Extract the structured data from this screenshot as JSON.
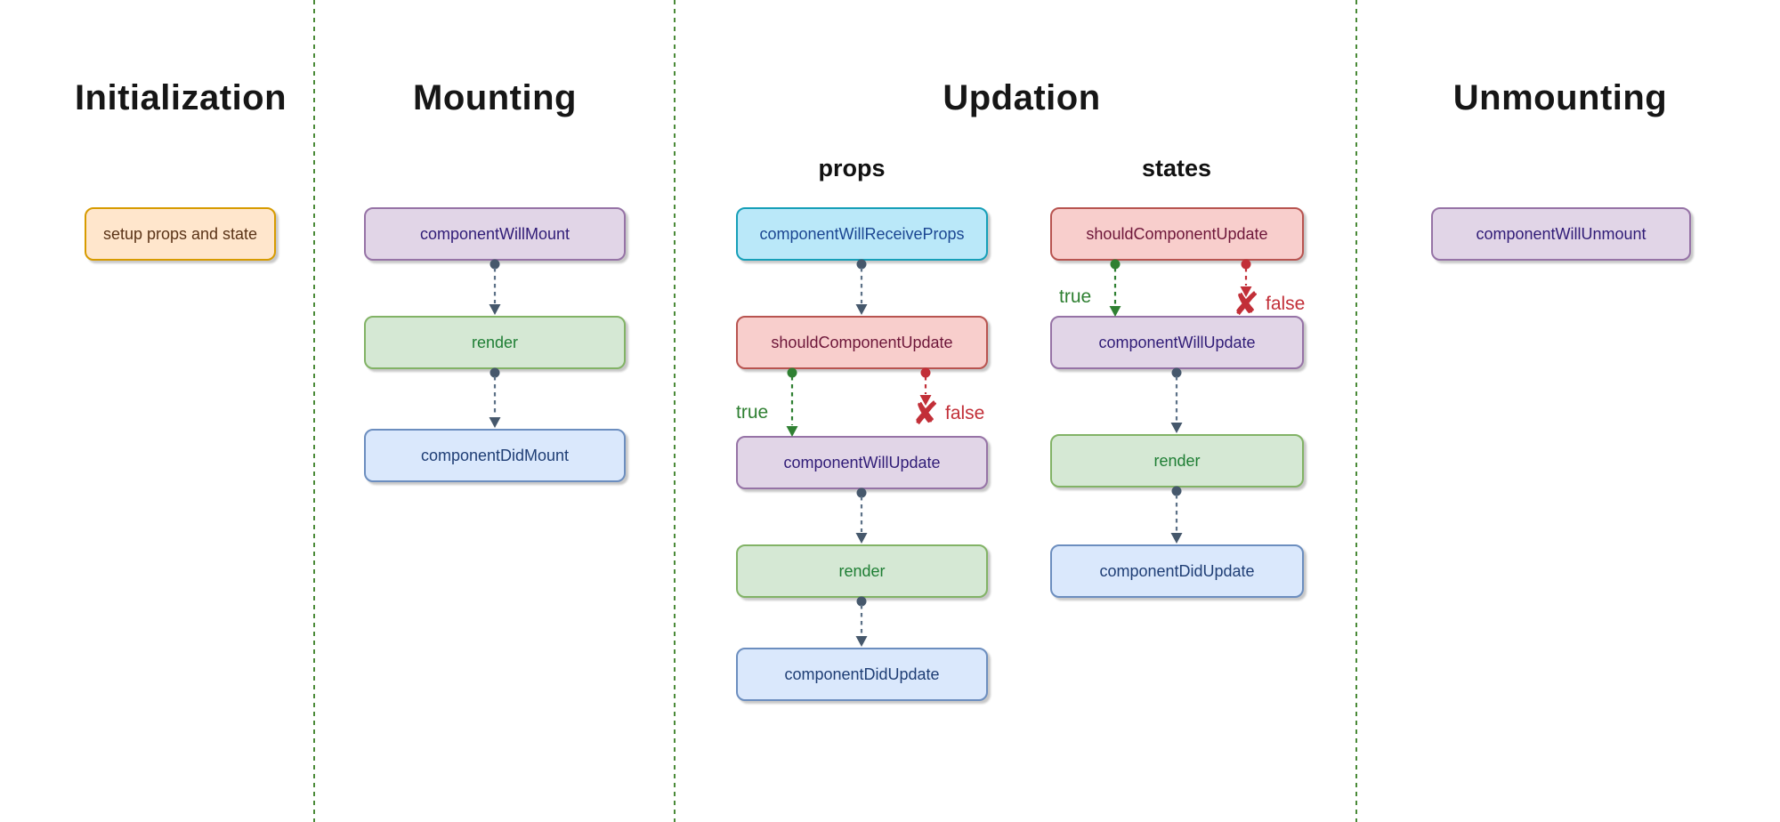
{
  "sections": {
    "initialization": {
      "title": "Initialization"
    },
    "mounting": {
      "title": "Mounting"
    },
    "updation": {
      "title": "Updation",
      "props_label": "props",
      "states_label": "states"
    },
    "unmounting": {
      "title": "Unmounting"
    }
  },
  "nodes": {
    "setup_props_and_state": "setup props and state",
    "component_will_mount": "componentWillMount",
    "render_mounting": "render",
    "component_did_mount": "componentDidMount",
    "component_will_receive_props": "componentWillReceiveProps",
    "should_component_update_props": "shouldComponentUpdate",
    "component_will_update_props": "componentWillUpdate",
    "render_props": "render",
    "component_did_update_props": "componentDidUpdate",
    "should_component_update_states": "shouldComponentUpdate",
    "component_will_update_states": "componentWillUpdate",
    "render_states": "render",
    "component_did_update_states": "componentDidUpdate",
    "component_will_unmount": "componentWillUnmount"
  },
  "branches": {
    "true_label": "true",
    "false_label": "false",
    "false_icon": "✘"
  },
  "colors": {
    "separator_green": "#4a8a38",
    "arrow_slate": "#5c7187",
    "branch_true_green": "#2f8032",
    "branch_false_red": "#c22f38",
    "box_orange_fill": "#ffe6cc",
    "box_orange_border": "#d79b00",
    "box_purple_fill": "#e1d5e7",
    "box_purple_border": "#9673a6",
    "box_green_fill": "#d5e8d4",
    "box_green_border": "#82b366",
    "box_blue_fill": "#dae8fc",
    "box_blue_border": "#6c8ebf",
    "box_cyan_fill": "#bae8f9",
    "box_cyan_border": "#169fb8",
    "box_red_fill": "#f8cecc",
    "box_red_border": "#b85450"
  }
}
